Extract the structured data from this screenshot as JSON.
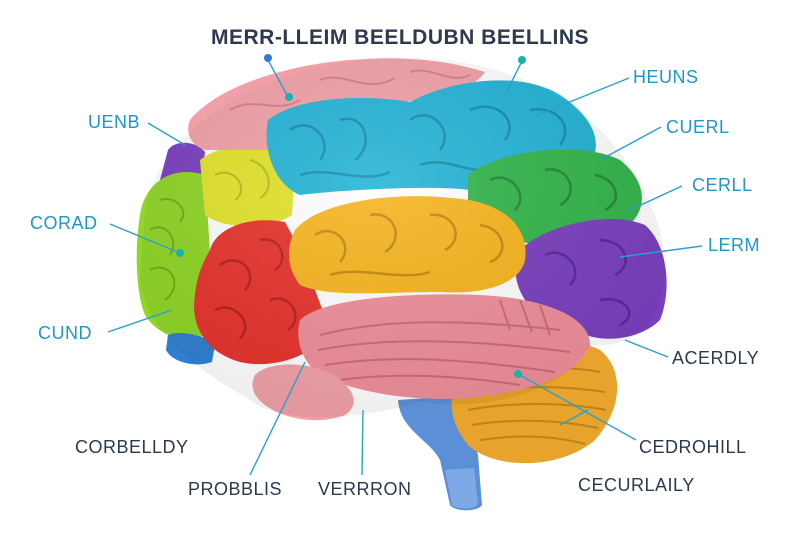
{
  "title": "MERR-LLEIM BEELDUBN BEELLINS",
  "labels": {
    "uenb": "UENB",
    "corad": "CORAD",
    "cund": "CUND",
    "heuns": "HEUNS",
    "cuerl": "CUERL",
    "cerll": "CERLL",
    "lerm": "LERM",
    "acerdly": "ACERDLY",
    "cedrohill": "CEDROHILL",
    "cecurlaily": "CECURLAILY",
    "corbelldy": "CORBELLDY",
    "probblis": "PROBBLIS",
    "verrron": "VERRRON"
  },
  "colors": {
    "label_blue": "#1f97c9",
    "label_dark": "#2b3a4f",
    "leader_line": "#2aa0cf",
    "pointer_dot": "#1bb3a8",
    "frontal_red": "#e8322c",
    "temporal_yellow": "#f7b51e",
    "parietal_cyan": "#23b3d6",
    "occipital_purple": "#7a3fbf",
    "lime": "#8fd626",
    "green": "#33b54a",
    "pink": "#f2a0a8",
    "cerebellum_orange": "#e7a32b",
    "brainstem_blue": "#5b8fd6"
  }
}
